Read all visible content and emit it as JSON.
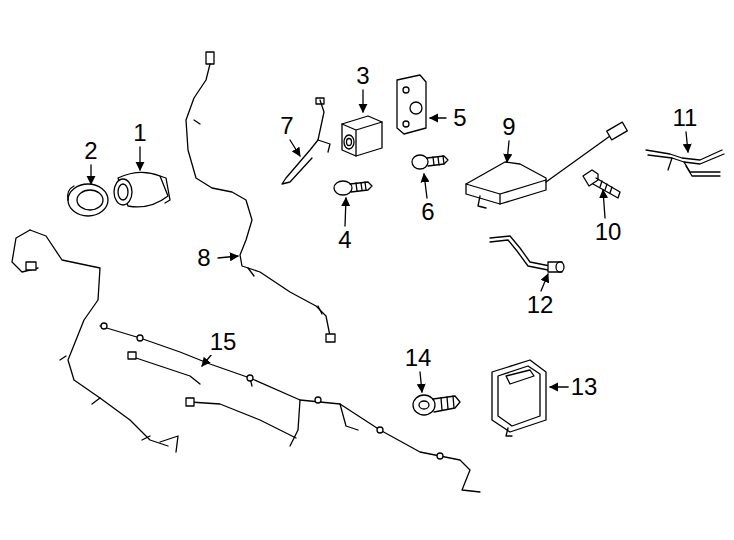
{
  "diagram": {
    "labels": [
      "3",
      "5",
      "11",
      "7",
      "9",
      "1",
      "2",
      "6",
      "10",
      "4",
      "8",
      "12",
      "15",
      "14",
      "13"
    ]
  }
}
